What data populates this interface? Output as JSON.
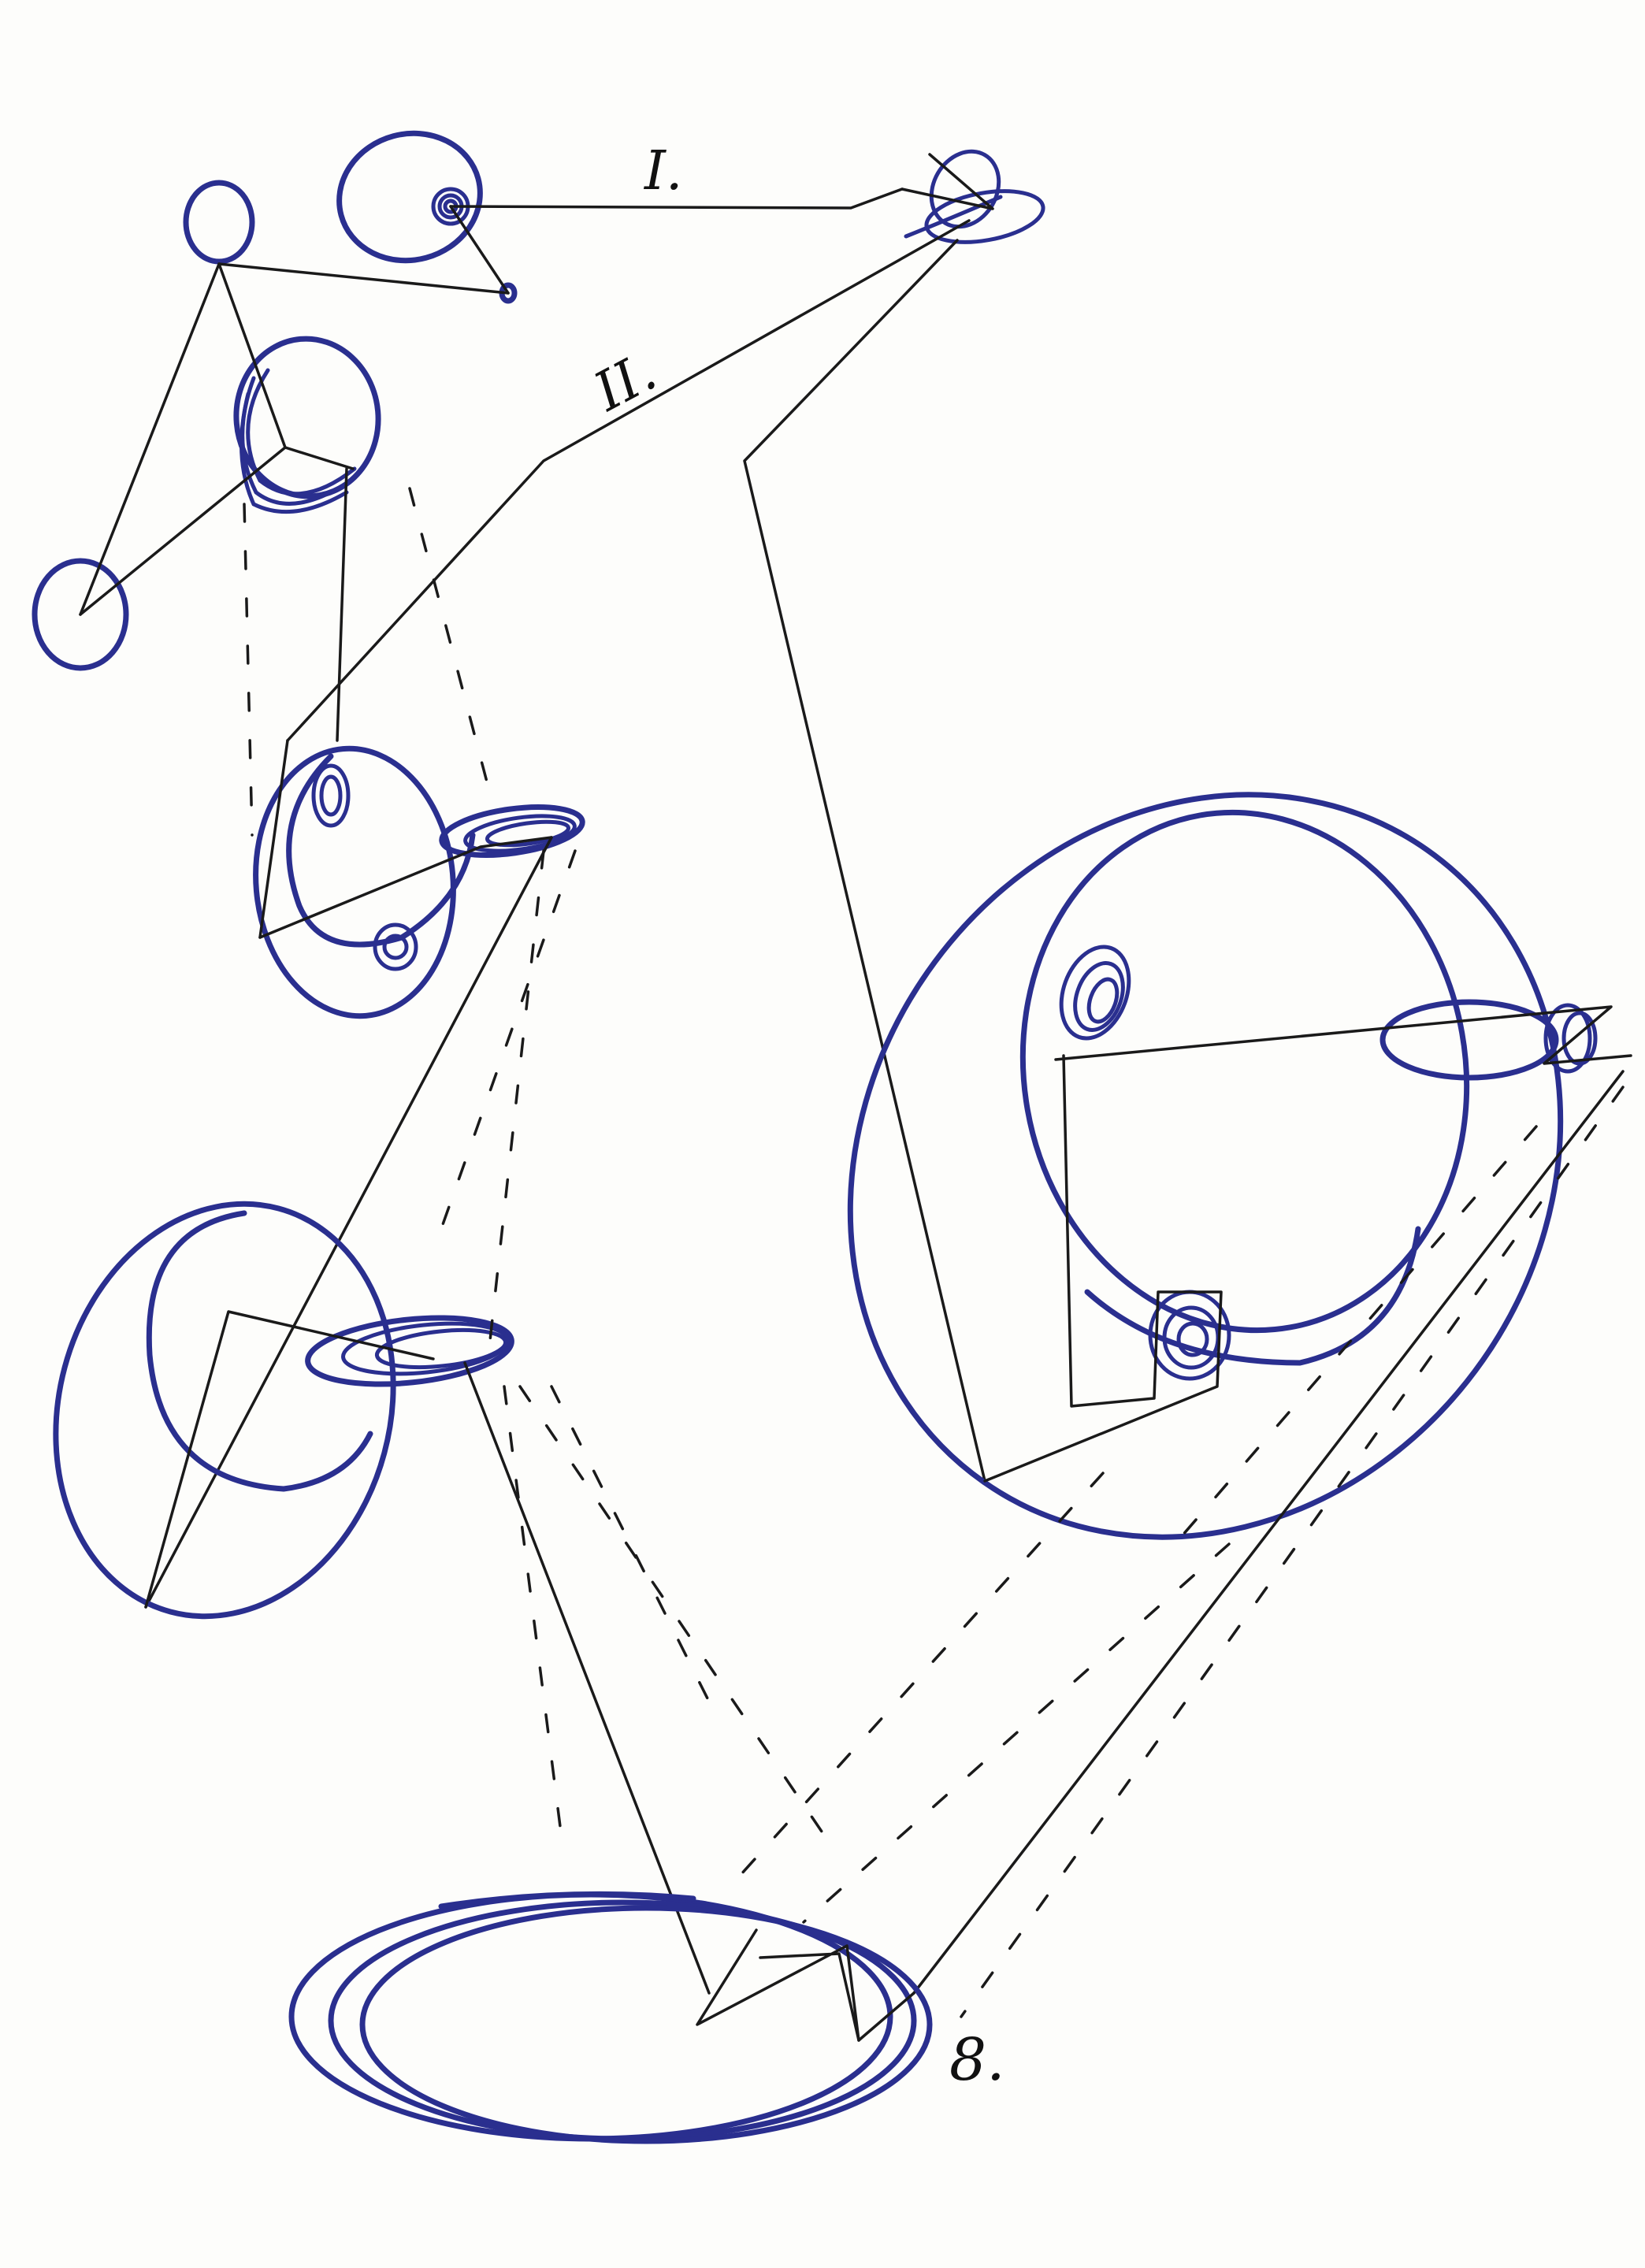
{
  "diagram": {
    "labels": {
      "path_one": "I.",
      "path_two": "II.",
      "figure_number": "8."
    },
    "colors": {
      "ink_blue": "#2a2f8f",
      "ink_black": "#1a1a1a",
      "paper": "#fdfdfb"
    }
  }
}
